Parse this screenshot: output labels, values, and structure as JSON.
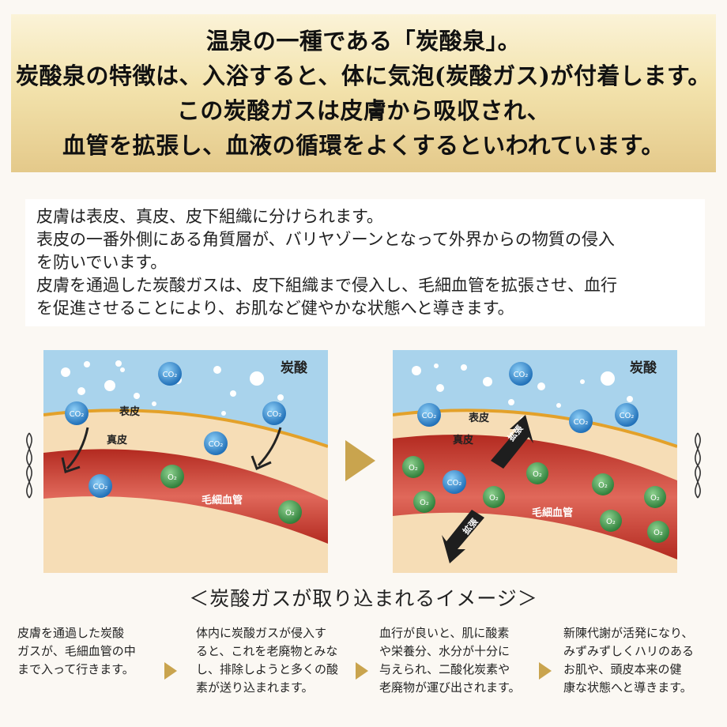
{
  "banner": {
    "lines": [
      "温泉の一種である「炭酸泉」。",
      "炭酸泉の特徴は、入浴すると、体に気泡(炭酸ガス)が付着します。",
      "この炭酸ガスは皮膚から吸収され、",
      "血管を拡張し、血液の循環をよくするといわれています。"
    ]
  },
  "description": {
    "lines": [
      "皮膚は表皮、真皮、皮下組織に分けられます。",
      "表皮の一番外側にある角質層が、バリヤゾーンとなって外界からの物質の侵入",
      "を防いでいます。",
      "皮膚を通過した炭酸ガスは、皮下組織まで侵入し、毛細血管を拡張させ、血行",
      "を促進させることにより、お肌など健やかな状態へと導きます。"
    ]
  },
  "diagram_left": {
    "tansan": "炭酸",
    "hyohi": "表皮",
    "shinpi": "真皮",
    "capillary": "毛細血管",
    "co2": "CO₂",
    "o2": "O₂"
  },
  "diagram_right": {
    "tansan": "炭酸",
    "hyohi": "表皮",
    "shinpi": "真皮",
    "capillary": "毛細血管",
    "kakucho": "拡張",
    "co2": "CO₂",
    "o2": "O₂"
  },
  "caption": "＜炭酸ガスが取り込まれるイメージ＞",
  "steps": [
    {
      "lines": [
        "皮膚を通過した炭酸",
        "ガスが、毛細血管の中",
        "まで入って行きます。"
      ]
    },
    {
      "lines": [
        "体内に炭酸ガスが侵入す",
        "ると、これを老廃物とみな",
        "し、排除しようと多くの酸",
        "素が送り込まれます。"
      ]
    },
    {
      "lines": [
        "血行が良いと、肌に酸素",
        "や栄養分、水分が十分に",
        "与えられ、二酸化炭素や",
        "老廃物が運び出されます。"
      ]
    },
    {
      "lines": [
        "新陳代謝が活発になり、",
        "みずみずしくハリのある",
        "お肌や、頭皮本来の健",
        "康な状態へと導きます。"
      ]
    }
  ],
  "colors": {
    "banner_gold": "#e4c98a",
    "sky_blue": "#a9d3ec",
    "skin_beige": "#f6ddb6",
    "capillary_red": "#c33a2c",
    "co2_blue": "#2f87cf",
    "o2_green": "#3f9a4c",
    "arrow_gold": "#c9a44e"
  },
  "icons": [
    "flourish-ornament-icon",
    "gold-triangle-arrow-icon",
    "co2-bubble-icon",
    "o2-bubble-icon",
    "dilation-double-arrow-icon"
  ]
}
